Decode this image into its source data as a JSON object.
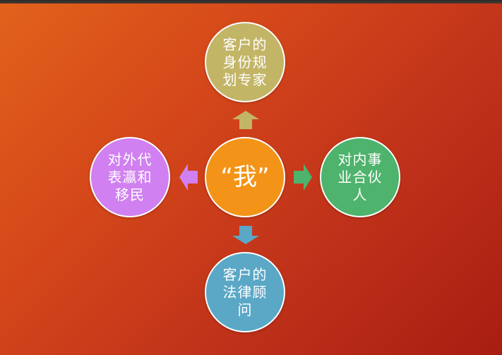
{
  "diagram": {
    "center": {
      "label": "“我”",
      "color": "#f39418"
    },
    "top": {
      "label": "客户的身份规划专家",
      "color": "#c3b566"
    },
    "right": {
      "label": "对内事业合伙人",
      "color": "#4eb36c"
    },
    "bottom": {
      "label": "客户的法律顾问",
      "color": "#5aa7c6"
    },
    "left": {
      "label": "对外代表瀛和移民",
      "color": "#d080f0"
    }
  }
}
